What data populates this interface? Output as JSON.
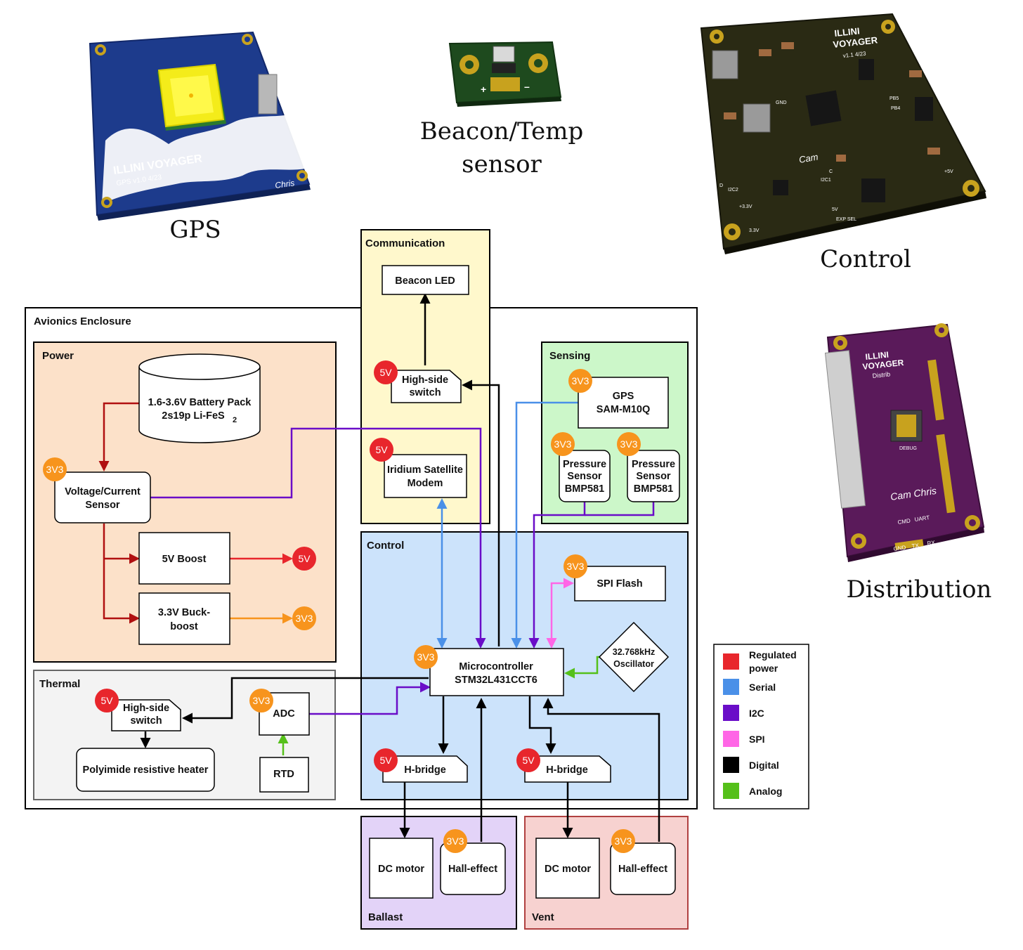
{
  "boards": {
    "gps": {
      "caption": "GPS",
      "silk_title": "ILLINI VOYAGER",
      "silk_sub": "GPS  v1.0  4/23",
      "signature": "Chris"
    },
    "beacon": {
      "caption_line1": "Beacon/Temp",
      "caption_line2": "sensor",
      "silk_plus": "+",
      "silk_minus": "–"
    },
    "control": {
      "caption": "Control",
      "silk_title_1": "ILLINI",
      "silk_title_2": "VOYAGER",
      "silk_sub": "v1.1  4/23",
      "silk_labels": [
        "GND",
        "PB5",
        "PB4",
        "I2C2",
        "I2C1",
        "+3.3V",
        "3.3V",
        "5V",
        "EXP SEL",
        "+5V",
        "D",
        "C"
      ],
      "signature": "Cam"
    },
    "distribution": {
      "caption": "Distribution",
      "silk_title_1": "ILLINI",
      "silk_title_2": "VOYAGER",
      "silk_sub": "Distrib",
      "silk_debug": "DEBUG",
      "silk_cmd": "CMD",
      "silk_uart": "UART",
      "silk_pins": [
        "GND",
        "TX",
        "RX"
      ],
      "signature": "Cam Chris"
    }
  },
  "groups": {
    "communication": "Communication",
    "avionics": "Avionics Enclosure",
    "power": "Power",
    "sensing": "Sensing",
    "control": "Control",
    "thermal": "Thermal",
    "ballast": "Ballast",
    "vent": "Vent"
  },
  "nodes": {
    "beacon_led": "Beacon LED",
    "hs_switch_comm": [
      "High-side",
      "switch"
    ],
    "iridium": [
      "Iridium Satellite",
      "Modem"
    ],
    "battery": [
      "1.6-3.6V Battery Pack",
      "2s19p Li-FeS",
      "2"
    ],
    "vc_sensor": [
      "Voltage/Current",
      "Sensor"
    ],
    "boost": "5V Boost",
    "buckboost": [
      "3.3V Buck-",
      "boost"
    ],
    "gps": [
      "GPS",
      "SAM-M10Q"
    ],
    "pressure1": [
      "Pressure",
      "Sensor",
      "BMP581"
    ],
    "pressure2": [
      "Pressure",
      "Sensor",
      "BMP581"
    ],
    "spi_flash": "SPI Flash",
    "oscillator": [
      "32.768kHz",
      "Oscillator"
    ],
    "mcu": [
      "Microcontroller",
      "STM32L431CCT6"
    ],
    "hs_switch_thermal": [
      "High-side",
      "switch"
    ],
    "adc": "ADC",
    "heater": "Polyimide resistive heater",
    "rtd": "RTD",
    "hbridge1": "H-bridge",
    "hbridge2": "H-bridge",
    "dc_motor1": "DC motor",
    "hall1": "Hall-effect",
    "dc_motor2": "DC motor",
    "hall2": "Hall-effect"
  },
  "badges": {
    "v5": "5V",
    "v33": "3V3"
  },
  "legend": {
    "items": [
      {
        "label": [
          "Regulated",
          "power"
        ],
        "color": "#e8262c"
      },
      {
        "label": [
          "Serial"
        ],
        "color": "#4a90e8"
      },
      {
        "label": [
          "I2C"
        ],
        "color": "#6a0dc8"
      },
      {
        "label": [
          "SPI"
        ],
        "color": "#ff66e6"
      },
      {
        "label": [
          "Digital"
        ],
        "color": "#000000"
      },
      {
        "label": [
          "Analog"
        ],
        "color": "#55c01a"
      }
    ]
  },
  "colors": {
    "regulated": "#e8262c",
    "regulated_dark": "#b01010",
    "serial": "#4a90e8",
    "i2c": "#6a0dc8",
    "spi": "#ff66e6",
    "digital": "#000000",
    "analog": "#55c01a",
    "orange": "#f7941d",
    "comm_fill": "#fff8cc",
    "power_fill": "#fce1c9",
    "sensing_fill": "#ccf7c9",
    "control_fill": "#cce3fb",
    "thermal_fill": "#f3f3f3",
    "ballast_fill": "#e3d3f8",
    "vent_fill": "#f7d2d0"
  }
}
